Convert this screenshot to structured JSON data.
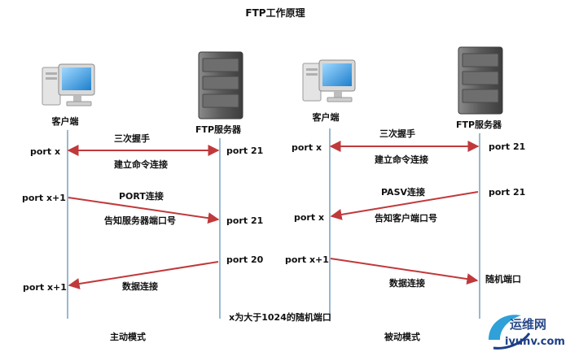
{
  "title": "FTP工作原理",
  "colors": {
    "arrow": "#c0393b",
    "lifeline": "#9ab8cf",
    "text": "#111111",
    "server_body": "#6b6b6b",
    "monitor_screen": "#3aa3e8"
  },
  "active_mode": {
    "caption": "主动模式",
    "client_label": "客户端",
    "server_label": "FTP服务器",
    "ports": {
      "client_1": "port x",
      "client_2": "port x+1",
      "client_3": "port x+1",
      "server_1": "port 21",
      "server_2": "port 21",
      "server_3": "port 20"
    },
    "messages": {
      "handshake": "三次握手",
      "command": "建立命令连接",
      "port_cmd": "PORT连接",
      "notify": "告知服务器端口号",
      "data": "数据连接"
    }
  },
  "passive_mode": {
    "caption": "被动模式",
    "client_label": "客户端",
    "server_label": "FTP服务器",
    "ports": {
      "client_1": "port x",
      "client_2": "port x",
      "client_3": "port x+1",
      "server_1": "port 21",
      "server_2": "port 21",
      "server_3": "随机端口"
    },
    "messages": {
      "handshake": "三次握手",
      "command": "建立命令连接",
      "pasv_cmd": "PASV连接",
      "notify": "告知客户端口号",
      "data": "数据连接"
    }
  },
  "note": "x为大于1024的随机端口",
  "watermark": {
    "brand": "运维网",
    "site": "iyunv.com"
  }
}
